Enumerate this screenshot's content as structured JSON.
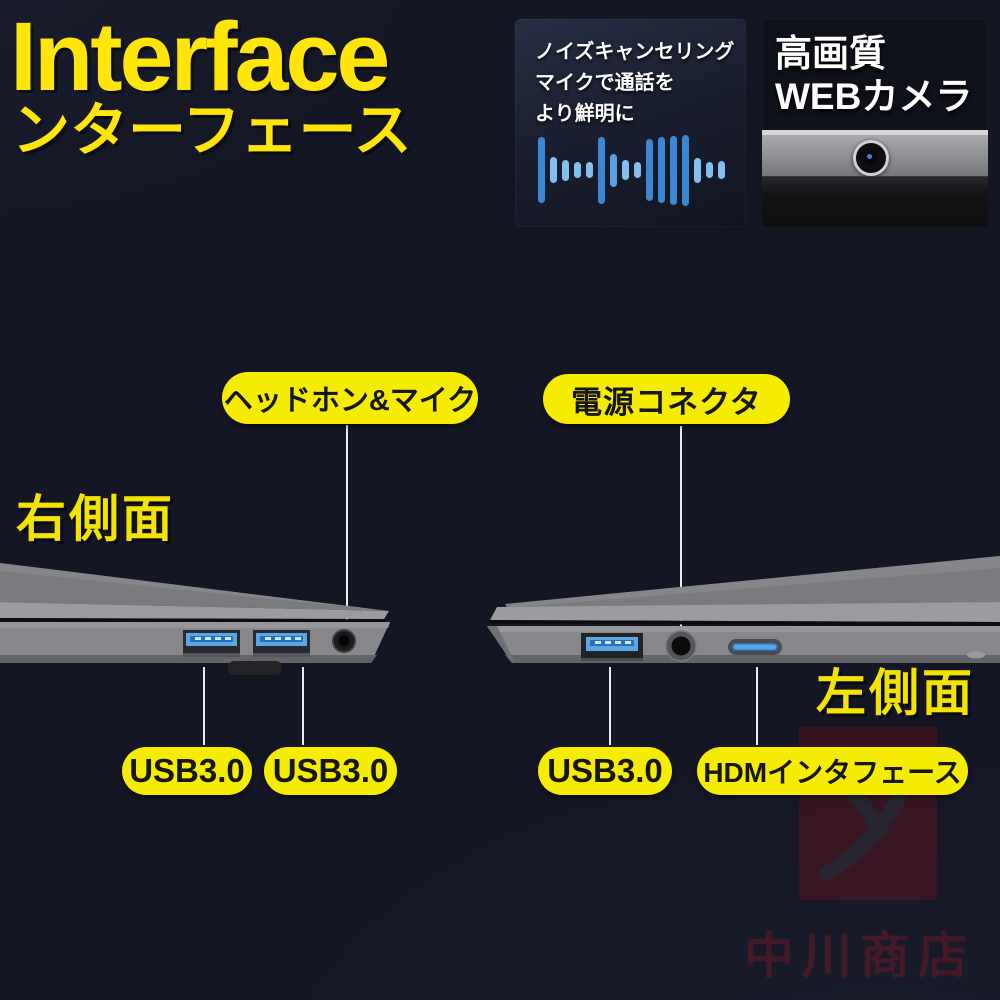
{
  "page": {
    "title_en": "Interface",
    "title_jp": "ンターフェース"
  },
  "feature_mic": {
    "line1": "ノイズキャンセリング",
    "line2": "マイクで通話を",
    "line3": "より鮮明に",
    "waveform_heights": [
      66,
      26,
      21,
      16,
      16,
      67,
      33,
      20,
      16,
      62,
      66,
      69,
      71,
      25,
      16,
      18
    ]
  },
  "feature_camera": {
    "line1": "高画質",
    "line2": "WEBカメラ"
  },
  "right_side_view": {
    "section_label": "右側面",
    "callout_headphone": "ヘッドホン&マイク",
    "port_label_usb1": "USB3.0",
    "port_label_usb2": "USB3.0"
  },
  "left_side_view": {
    "section_label": "左側面",
    "callout_power": "電源コネクタ",
    "port_label_usb3": "USB3.0",
    "port_label_hdmi": "HDMインタフェース"
  },
  "watermark": {
    "shop_name": "中川商店"
  },
  "colors": {
    "accent_yellow": "#ffe608",
    "pill_yellow": "#f6ec00",
    "waveform_blue_deep": "#3c87d3",
    "waveform_blue_light": "#85bef0",
    "watermark_red": "#63121f",
    "background_dark": "#141623"
  }
}
